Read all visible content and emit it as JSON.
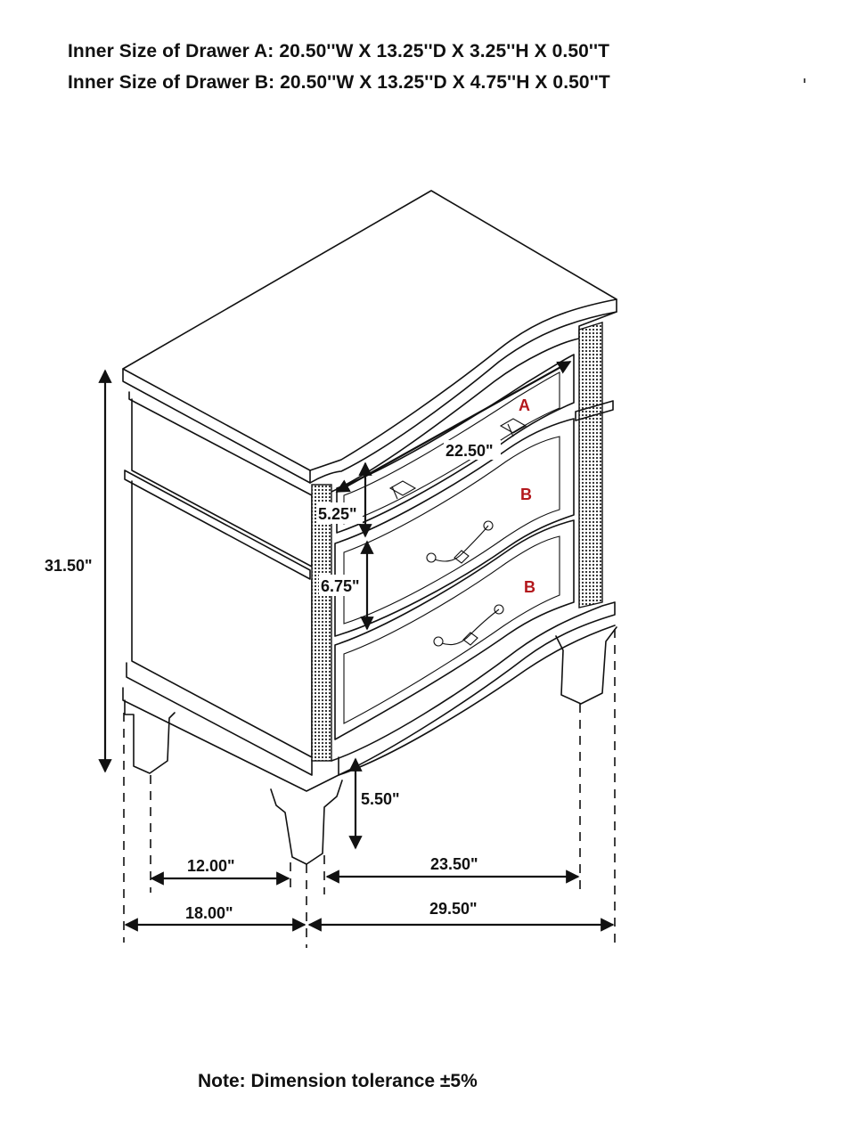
{
  "header": {
    "drawer_a": "Inner Size of Drawer  A: 20.50''W X 13.25''D X 3.25''H X 0.50''T",
    "drawer_b": "Inner Size of Drawer B: 20.50''W X 13.25''D X 4.75''H X 0.50''T"
  },
  "dimensions": {
    "total_height": "31.50\"",
    "front_width_top": "22.50\"",
    "drawer_a_height": "5.25\"",
    "drawer_b_height": "6.75\"",
    "leg_height": "5.50\"",
    "depth_between_legs": "12.00\"",
    "width_between_legs": "23.50\"",
    "overall_depth": "18.00\"",
    "overall_width": "29.50\""
  },
  "drawer_labels": {
    "top": "A",
    "middle": "B",
    "bottom": "B"
  },
  "note": "Note: Dimension tolerance ±5%",
  "colors": {
    "line": "#111111",
    "drawer_label": "#b3171c"
  }
}
